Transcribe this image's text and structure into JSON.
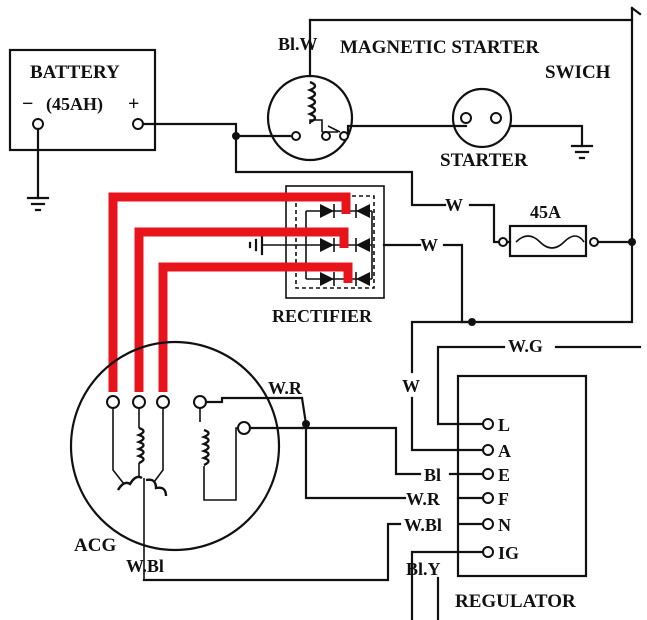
{
  "diagram": {
    "battery": {
      "label": "BATTERY",
      "capacity": "(45AH)",
      "minus": "−",
      "plus": "+"
    },
    "magnetic_starter": {
      "label": "MAGNETIC STARTER",
      "label2": "SWICH",
      "wire": "Bl.W"
    },
    "starter": {
      "label": "STARTER"
    },
    "fuse": {
      "label": "45A",
      "wire": "W"
    },
    "rectifier": {
      "label": "RECTIFIER",
      "wire": "W"
    },
    "acg": {
      "label": "ACG",
      "wire_wr": "W.R",
      "wire_wbl": "W.Bl"
    },
    "regulator": {
      "label": "REGULATOR",
      "terminals": [
        "L",
        "A",
        "E",
        "F",
        "N",
        "IG"
      ],
      "wires": {
        "wg": "W.G",
        "w": "W",
        "bl": "Bl",
        "wr": "W.R",
        "wbl": "W.Bl",
        "bly": "Bl.Y"
      }
    },
    "highlight_color": "#e8141b"
  }
}
